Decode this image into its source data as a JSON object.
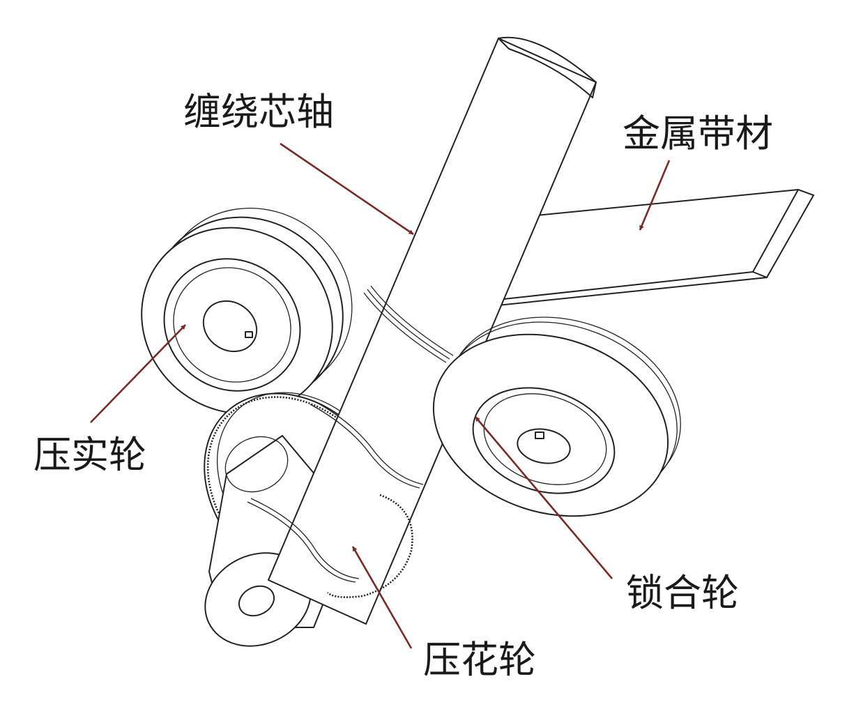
{
  "labels": {
    "mandrel": "缠绕芯轴",
    "metal_strip": "金属带材",
    "compaction_wheel": "压实轮",
    "locking_wheel": "锁合轮",
    "embossing_wheel": "压花轮"
  },
  "colors": {
    "arrow": "#7a2a26",
    "line": "#222222",
    "text": "#1a1a1a"
  }
}
